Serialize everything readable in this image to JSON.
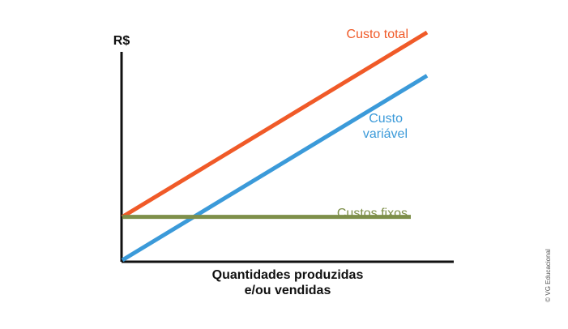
{
  "chart_data": {
    "type": "line",
    "ylabel": "R$",
    "xlabel_lines": [
      "Quantidades produzidas",
      "e/ou vendidas"
    ],
    "x": [
      0,
      1
    ],
    "series": [
      {
        "name": "Custo total",
        "label_lines": [
          "Custo total"
        ],
        "color": "#f05a28",
        "values": [
          0.19,
          1.0
        ]
      },
      {
        "name": "Custo variável",
        "label_lines": [
          "Custo",
          "variável"
        ],
        "color": "#3b9ad9",
        "values": [
          0.0,
          0.81
        ]
      },
      {
        "name": "Custos fixos",
        "label_lines": [
          "Custos fixos"
        ],
        "color": "#7e8f4a",
        "values": [
          0.19,
          0.19
        ]
      }
    ]
  },
  "credit": "© VG Educacional"
}
